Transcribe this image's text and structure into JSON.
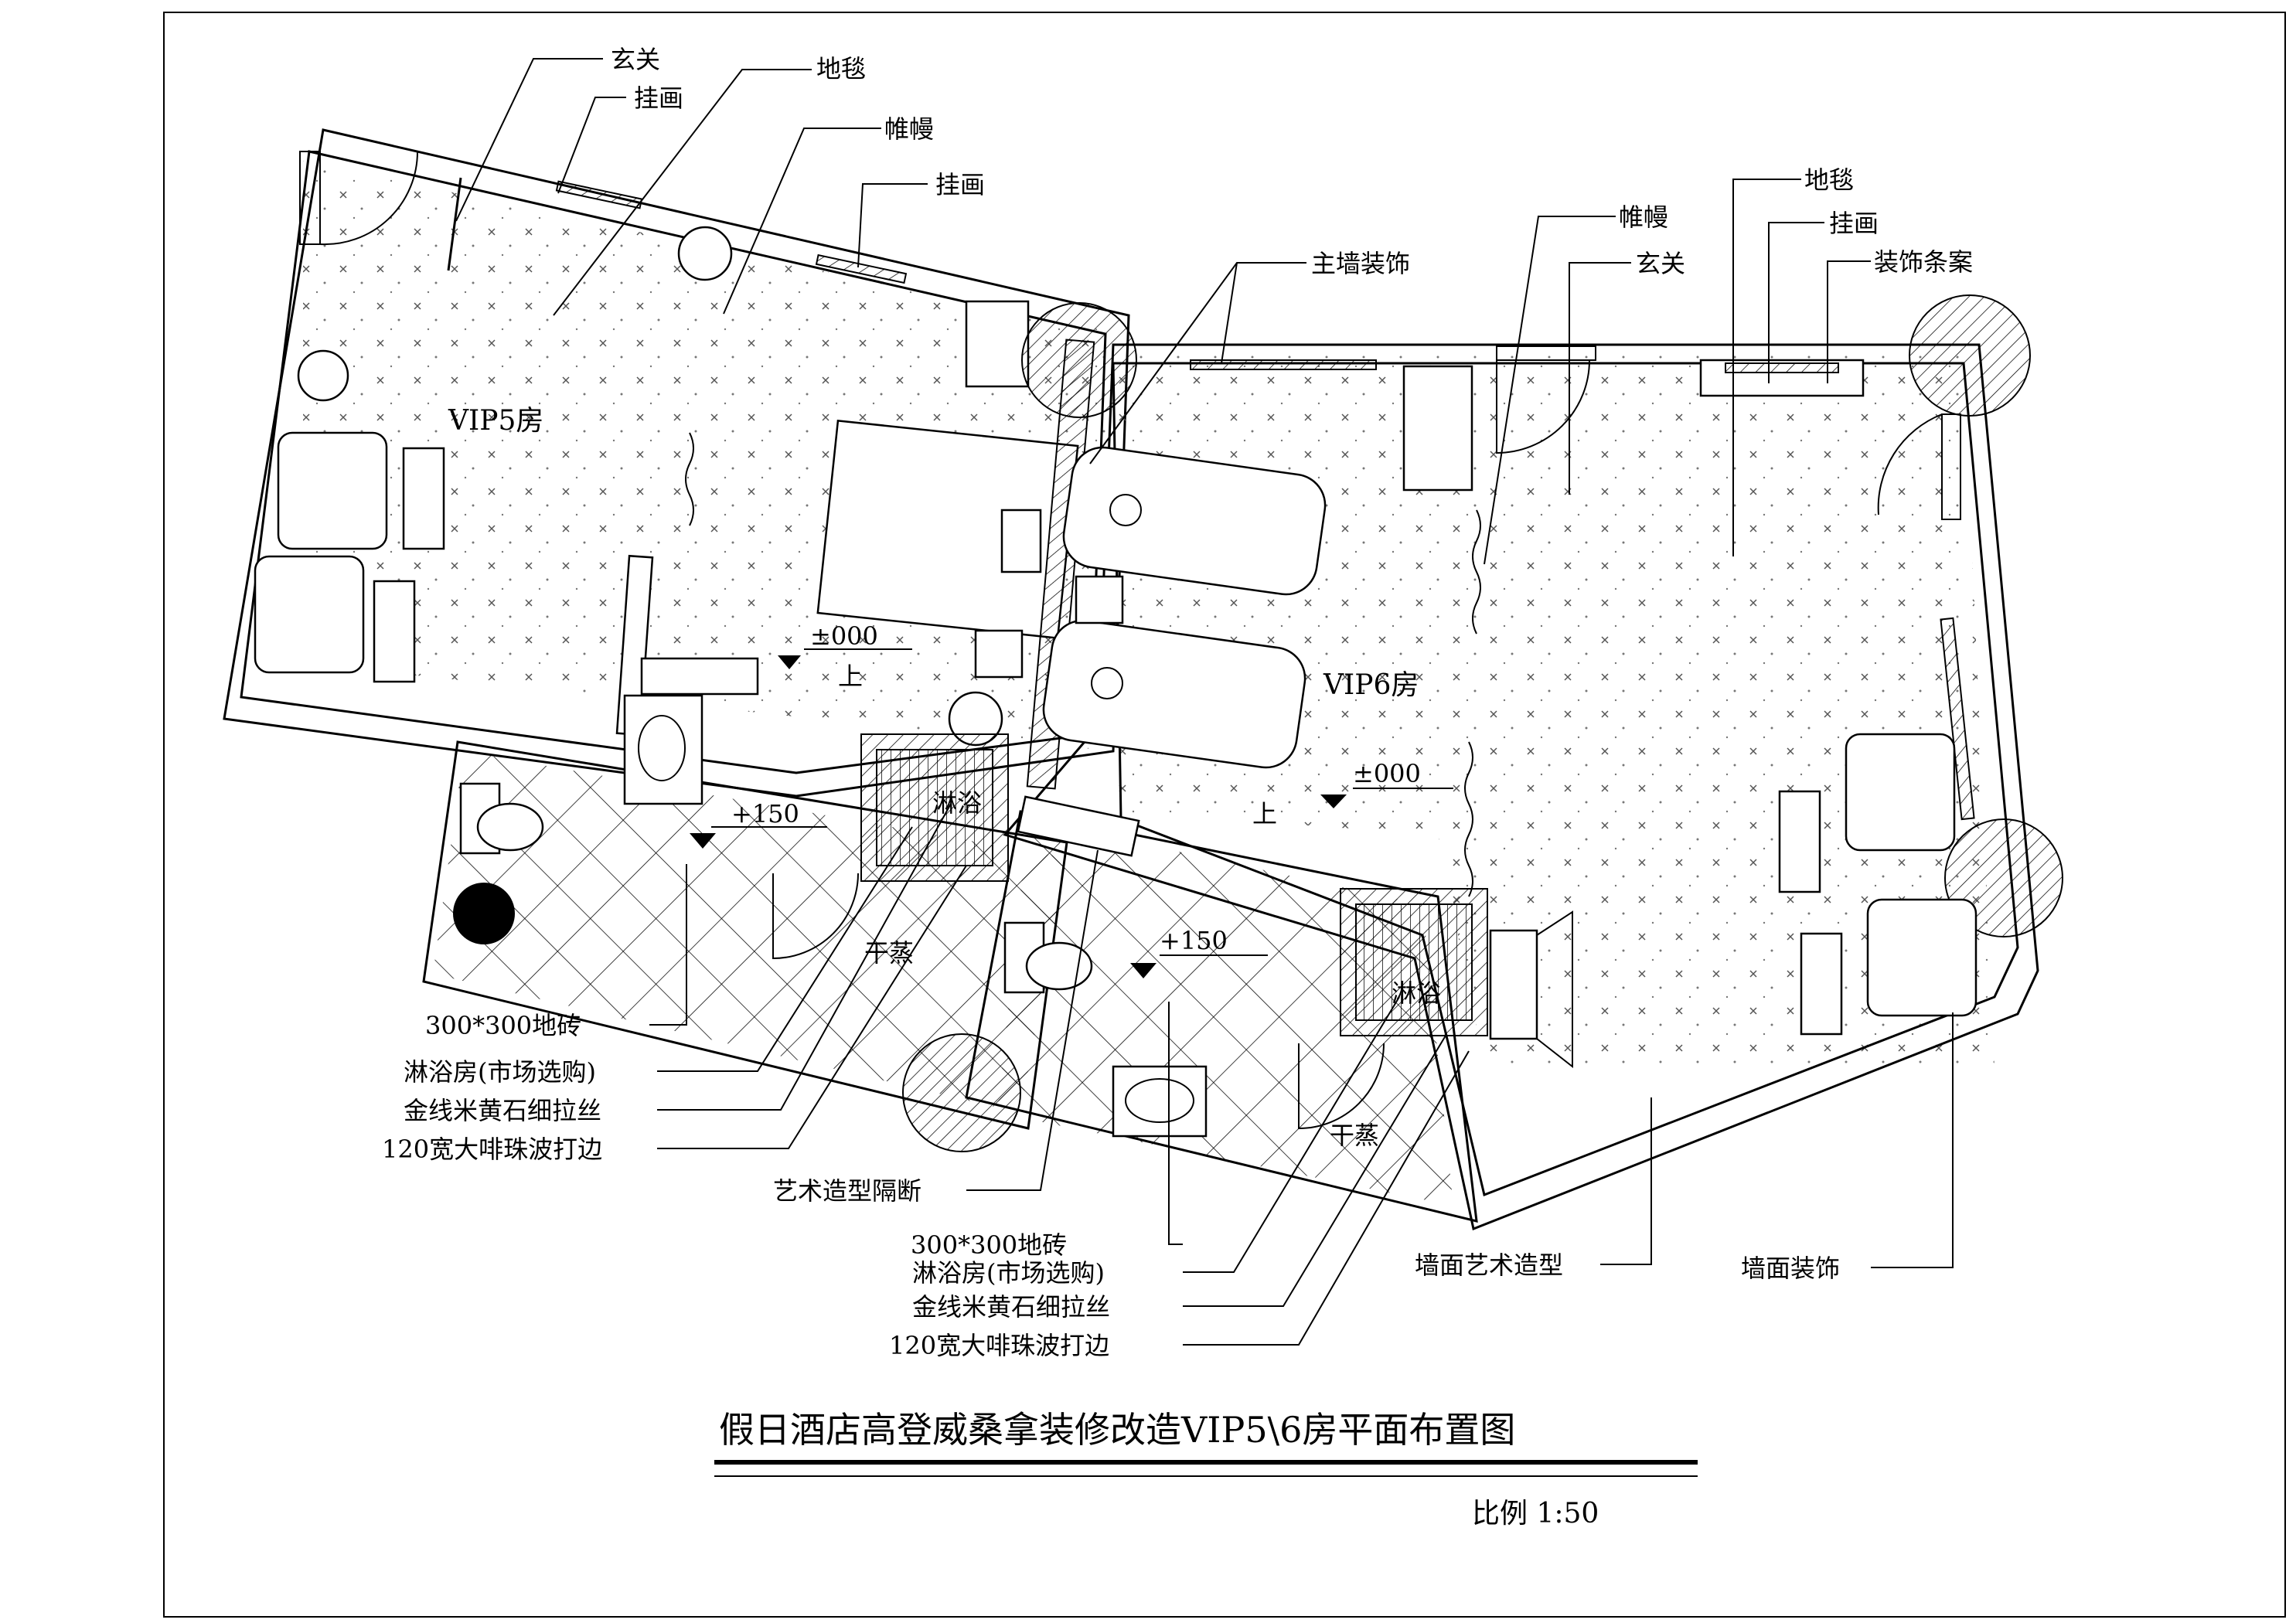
{
  "drawing": {
    "title": "假日酒店高登威桑拿装修改造VIP5\\6房平面布置图",
    "scale": "比例 1:50"
  },
  "rooms": {
    "vip5": "VIP5房",
    "vip6": "VIP6房",
    "shower_left": "淋浴",
    "shower_right": "淋浴",
    "sauna_left": "干蒸",
    "sauna_right": "干蒸"
  },
  "levels": {
    "left_floor": "±000",
    "left_wet": "+150",
    "right_floor": "±000",
    "right_wet": "+150",
    "up_left": "上",
    "up_right": "上"
  },
  "labels_top_left": {
    "entry": "玄关",
    "painting_1": "挂画",
    "carpet": "地毯",
    "curtain": "帷幔",
    "painting_2": "挂画"
  },
  "labels_top_right": {
    "main_wall": "主墙装饰",
    "curtain": "帷幔",
    "entry": "玄关",
    "carpet": "地毯",
    "painting": "挂画",
    "console": "装饰条案"
  },
  "labels_bottom_left": {
    "tile": "300*300地砖",
    "shower_room": "淋浴房(市场选购)",
    "stone": "金线米黄石细拉丝",
    "edge": "120宽大啡珠波打边"
  },
  "labels_bottom_mid": {
    "partition": "艺术造型隔断",
    "tile": "300*300地砖",
    "shower_room": "淋浴房(市场选购)",
    "stone": "金线米黄石细拉丝",
    "edge": "120宽大啡珠波打边"
  },
  "labels_bottom_right": {
    "wall_art": "墙面艺术造型",
    "wall_deco": "墙面装饰"
  }
}
